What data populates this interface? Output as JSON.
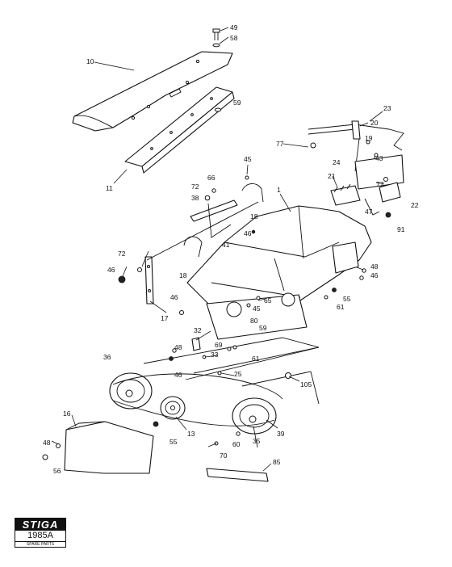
{
  "logo": {
    "brand": "STIGA",
    "code": "1985A",
    "subtitle": "SPARE PARTS"
  },
  "callouts": [
    {
      "id": "c49",
      "text": "49"
    },
    {
      "id": "c58",
      "text": "58"
    },
    {
      "id": "c10",
      "text": "10"
    },
    {
      "id": "c59a",
      "text": "59"
    },
    {
      "id": "c23",
      "text": "23"
    },
    {
      "id": "c20",
      "text": "20"
    },
    {
      "id": "c77a",
      "text": "77"
    },
    {
      "id": "c19",
      "text": "19"
    },
    {
      "id": "c43",
      "text": "43"
    },
    {
      "id": "c24",
      "text": "24"
    },
    {
      "id": "c11",
      "text": "11"
    },
    {
      "id": "c45a",
      "text": "45"
    },
    {
      "id": "c21",
      "text": "21"
    },
    {
      "id": "c77b",
      "text": "77"
    },
    {
      "id": "c66",
      "text": "66"
    },
    {
      "id": "c72a",
      "text": "72"
    },
    {
      "id": "c1",
      "text": "1"
    },
    {
      "id": "c38",
      "text": "38"
    },
    {
      "id": "c47",
      "text": "47"
    },
    {
      "id": "c22",
      "text": "22"
    },
    {
      "id": "c18a",
      "text": "18"
    },
    {
      "id": "c91",
      "text": "91"
    },
    {
      "id": "c46a",
      "text": "46"
    },
    {
      "id": "c41",
      "text": "41"
    },
    {
      "id": "c72b",
      "text": "72"
    },
    {
      "id": "c18b",
      "text": "18"
    },
    {
      "id": "c46b",
      "text": "46"
    },
    {
      "id": "c48a",
      "text": "48"
    },
    {
      "id": "c46c",
      "text": "46"
    },
    {
      "id": "c55a",
      "text": "55"
    },
    {
      "id": "c61a",
      "text": "61"
    },
    {
      "id": "c46d",
      "text": "46"
    },
    {
      "id": "c65",
      "text": "65"
    },
    {
      "id": "c45b",
      "text": "45"
    },
    {
      "id": "c17",
      "text": "17"
    },
    {
      "id": "c80",
      "text": "80"
    },
    {
      "id": "c59b",
      "text": "59"
    },
    {
      "id": "c32",
      "text": "32"
    },
    {
      "id": "c69",
      "text": "69"
    },
    {
      "id": "c33",
      "text": "33"
    },
    {
      "id": "c48b",
      "text": "48"
    },
    {
      "id": "c61b",
      "text": "61"
    },
    {
      "id": "c36",
      "text": "36"
    },
    {
      "id": "c46e",
      "text": "46"
    },
    {
      "id": "c25",
      "text": "25"
    },
    {
      "id": "c105",
      "text": "105"
    },
    {
      "id": "c16",
      "text": "16"
    },
    {
      "id": "c13",
      "text": "13"
    },
    {
      "id": "c39",
      "text": "39"
    },
    {
      "id": "c55b",
      "text": "55"
    },
    {
      "id": "c35",
      "text": "35"
    },
    {
      "id": "c60",
      "text": "60"
    },
    {
      "id": "c48c",
      "text": "48"
    },
    {
      "id": "c70",
      "text": "70"
    },
    {
      "id": "c56",
      "text": "56"
    },
    {
      "id": "c85",
      "text": "85"
    }
  ]
}
